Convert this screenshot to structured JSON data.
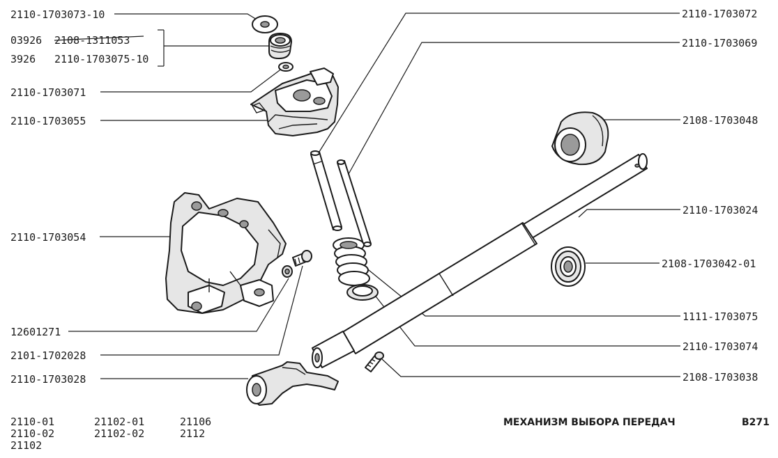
{
  "labels": {
    "l_073_10": "2110-1703073-10",
    "l_03926a": "03926",
    "l_1311053": "2108-1311053",
    "l_3926": "3926",
    "l_075_10": "2110-1703075-10",
    "l_071": "2110-1703071",
    "l_055": "2110-1703055",
    "l_054": "2110-1703054",
    "l_12601271": "12601271",
    "l_2101_028": "2101-1702028",
    "l_028": "2110-1703028",
    "r_072": "2110-1703072",
    "r_069": "2110-1703069",
    "r_048": "2108-1703048",
    "r_024": "2110-1703024",
    "r_042": "2108-1703042-01",
    "r_075": "1111-1703075",
    "r_074": "2110-1703074",
    "r_038": "2108-1703038"
  },
  "footer": {
    "models_col1": [
      "2110-01",
      "2110-02",
      "21102"
    ],
    "models_col2": [
      "21102-01",
      "21102-02"
    ],
    "models_col3": [
      "21106",
      "2112"
    ],
    "title": "МЕХАНИЗМ ВЫБОРА ПЕРЕДАЧ",
    "code": "В271"
  }
}
